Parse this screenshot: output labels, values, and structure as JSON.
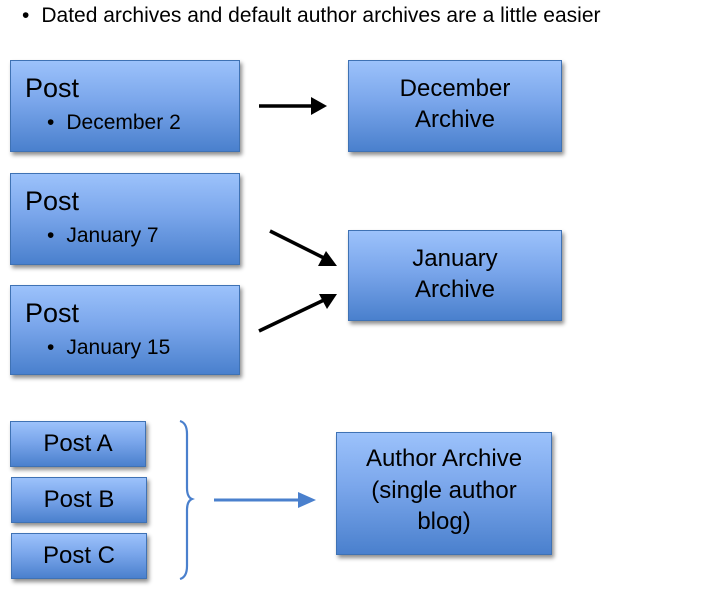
{
  "heading": {
    "bullet": "•",
    "text": "Dated archives and default author archives are a little easier"
  },
  "posts_dated": [
    {
      "title": "Post",
      "bullet": "•",
      "date": "December 2"
    },
    {
      "title": "Post",
      "bullet": "•",
      "date": "January 7"
    },
    {
      "title": "Post",
      "bullet": "•",
      "date": "January 15"
    }
  ],
  "archives": {
    "december": {
      "line1": "December",
      "line2": "Archive"
    },
    "january": {
      "line1": "January",
      "line2": "Archive"
    },
    "author": {
      "line1": "Author Archive",
      "line2": "(single author",
      "line3": "blog)"
    }
  },
  "posts_author": [
    {
      "label": "Post A"
    },
    {
      "label": "Post B"
    },
    {
      "label": "Post C"
    }
  ],
  "colors": {
    "box_top": "#9cc2fb",
    "box_bottom": "#4a80cd",
    "box_border": "#3f72b4",
    "arrow_black": "#000000",
    "arrow_blue": "#4a80cd"
  }
}
